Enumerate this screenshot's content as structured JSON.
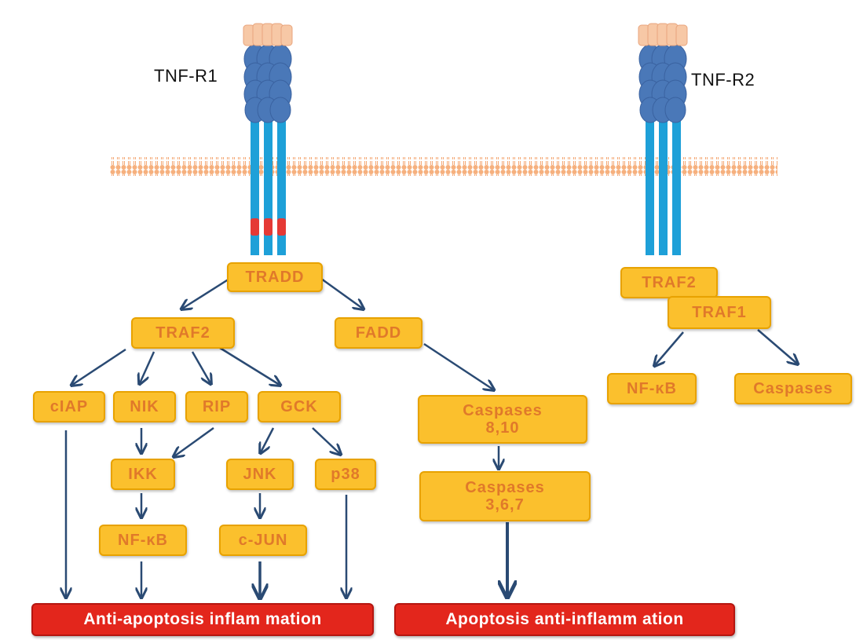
{
  "receptors": {
    "r1_label": "TNF-R1",
    "r2_label": "TNF-R2"
  },
  "nodes": {
    "tradd": "TRADD",
    "traf2_left": "TRAF2",
    "fadd": "FADD",
    "ciap": "cIAP",
    "nik": "NIK",
    "rip": "RIP",
    "gck": "GCK",
    "ikk": "IKK",
    "jnk": "JNK",
    "p38": "p38",
    "nfkb_left": "NF-κB",
    "cjun": "c-JUN",
    "casp_8_10_line1": "Caspases",
    "casp_8_10_line2": "8,10",
    "casp_3_6_7_line1": "Caspases",
    "casp_3_6_7_line2": "3,6,7",
    "traf2_right": "TRAF2",
    "traf1": "TRAF1",
    "nfkb_right": "NF-κB",
    "caspases_right": "Caspases"
  },
  "outcomes": {
    "left": "Anti-apoptosis inflam mation",
    "right": "Apoptosis anti-inflamm ation"
  },
  "colors": {
    "node_fill": "#fbc02d",
    "node_text": "#e0792a",
    "outcome_fill": "#e3261c",
    "arrow": "#2a4a73",
    "receptor_stalk": "#1ea0d8",
    "receptor_domain": "#4a78b8",
    "membrane": "#f4a875"
  }
}
